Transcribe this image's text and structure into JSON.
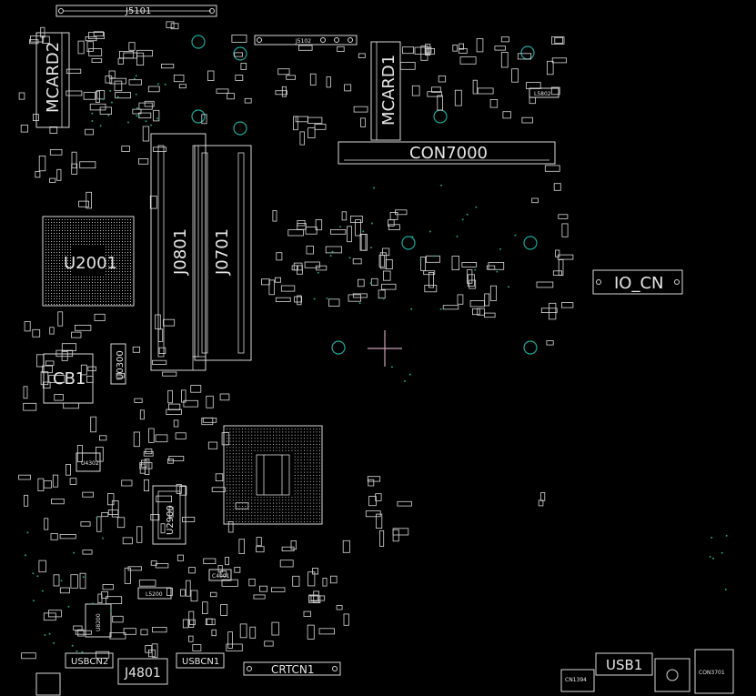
{
  "board": {
    "labels": {
      "mcard2": "MCARD2",
      "mcard1": "MCARD1",
      "con7000": "CON7000",
      "j5101": "J5101",
      "j5102": "J5102",
      "u2001": "U2001",
      "j0801": "J0801",
      "j0701": "J0701",
      "io_cn": "IO_CN",
      "cb1": "CB1",
      "u0300": "U0300",
      "u2900": "U2900",
      "j4801": "J4801",
      "usbcn2": "USBCN2",
      "usbcn1": "USBCN1",
      "crtcn1": "CRTCN1",
      "usb1": "USB1",
      "con3701": "CON3701",
      "cn1394": "CN1394",
      "u4302": "U4302",
      "u8200": "U8200",
      "l5200": "L5200",
      "l5802": "L5802",
      "c4001": "C4001"
    }
  },
  "colors": {
    "background": "#000000",
    "outline": "#d8d8d8",
    "via": "#1fa06a",
    "hole": "#1aa89a",
    "crosshair": "#caa3b5"
  }
}
